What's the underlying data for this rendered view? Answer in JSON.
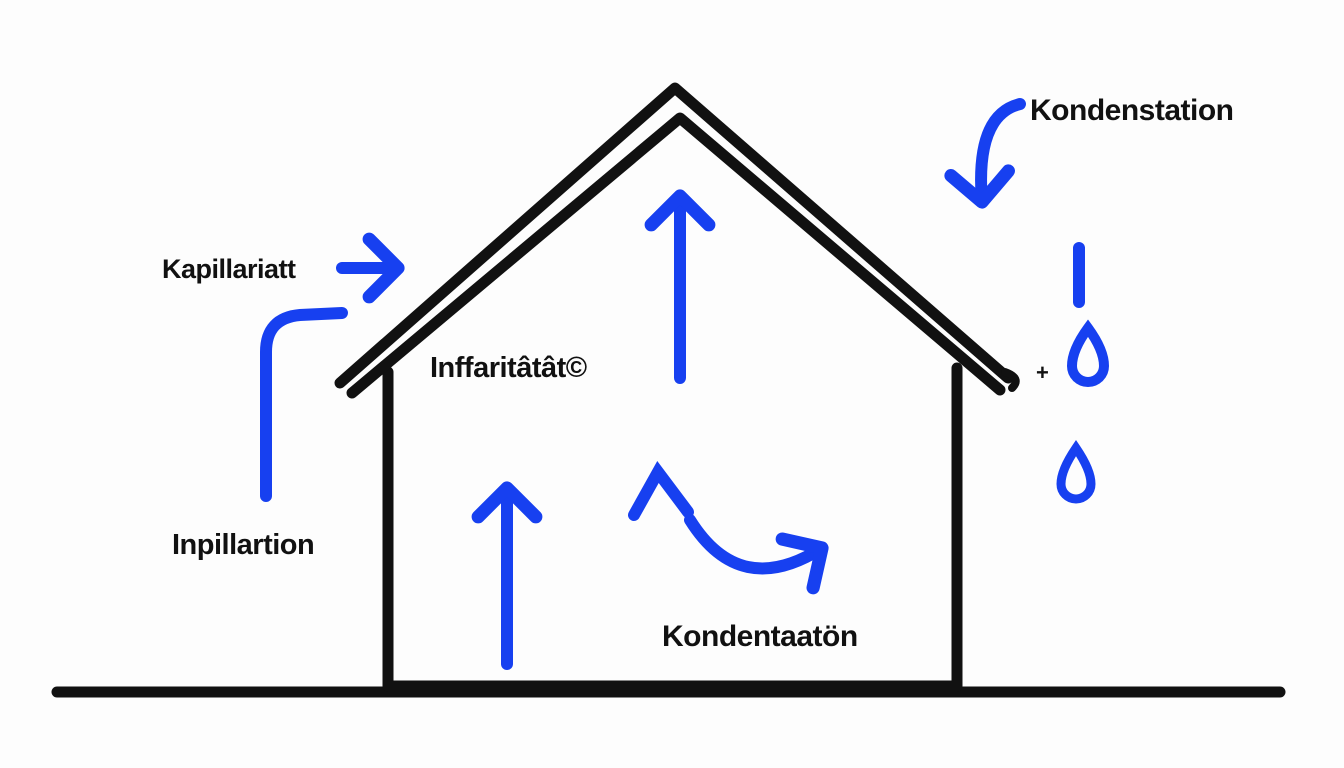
{
  "labels": {
    "kapillaritat": "Kapillariatt",
    "infiltration": "Inpillartion",
    "inffaritat": "Inffaritâtât©",
    "kondensation_top": "Kondenstation",
    "kondensation_bottom": "Kondentaatön",
    "plus": "+"
  },
  "colors": {
    "arrow": "#1740f0",
    "line": "#111111"
  }
}
